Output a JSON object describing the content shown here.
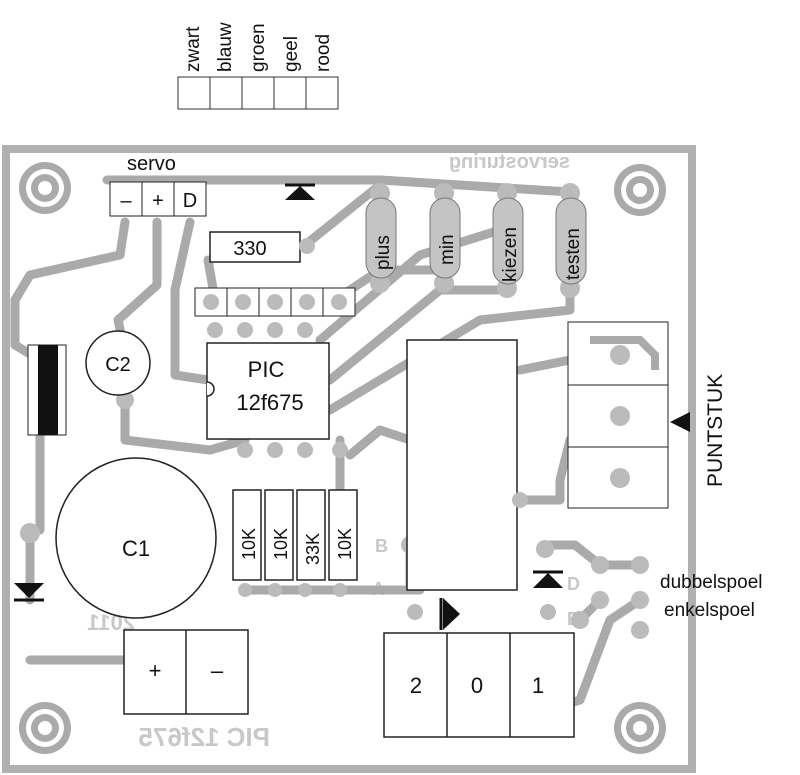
{
  "wire_colors": [
    "zwart",
    "blauw",
    "groen",
    "geel",
    "rood"
  ],
  "servo": {
    "label": "servo",
    "pins": [
      "–",
      "+",
      "D"
    ]
  },
  "resistor_top": "330",
  "ic": {
    "line1": "PIC",
    "line2": "12f675"
  },
  "capacitors": {
    "c2": "C2",
    "c1": "C1"
  },
  "buttons": [
    "plus",
    "min",
    "kiezen",
    "testen"
  ],
  "resistors_bottom": [
    "10K",
    "10K",
    "33K",
    "10K"
  ],
  "side_label": "PUNTSTUK",
  "coil_labels": {
    "double": "dubbelspoel",
    "single": "enkelspoel"
  },
  "power_terminals": [
    "+",
    "–"
  ],
  "switch_positions": [
    "2",
    "0",
    "1"
  ],
  "colors": {
    "copper": "#aaaaaa",
    "board_edge": "#b0b0b0",
    "ghost_text": "#c8c8c8"
  }
}
